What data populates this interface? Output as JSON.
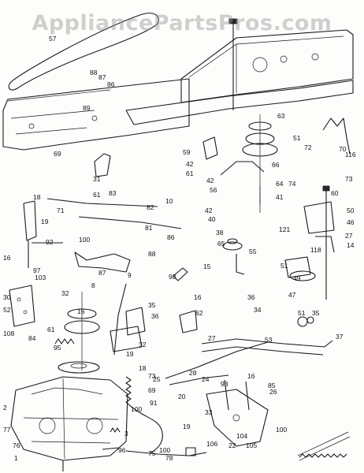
{
  "watermark": "AppliancePartsPros.com",
  "callouts": [
    "57",
    "51",
    "88",
    "87",
    "86",
    "89",
    "69",
    "31",
    "83",
    "59",
    "42",
    "61",
    "56",
    "66",
    "63",
    "51",
    "72",
    "70",
    "116",
    "18",
    "71",
    "19",
    "16",
    "92",
    "100",
    "10",
    "82",
    "81",
    "86",
    "88",
    "87",
    "9",
    "8",
    "97",
    "103",
    "32",
    "30",
    "52",
    "61",
    "16",
    "84",
    "108",
    "95",
    "96",
    "3",
    "2",
    "76",
    "77",
    "1",
    "98",
    "15",
    "16",
    "62",
    "35",
    "36",
    "32",
    "19",
    "18",
    "73",
    "69",
    "100",
    "91",
    "25",
    "19",
    "24",
    "20",
    "93",
    "16",
    "22",
    "104",
    "100",
    "105",
    "106",
    "100",
    "78",
    "75",
    "74",
    "73",
    "60",
    "50",
    "121",
    "46",
    "27",
    "118",
    "14",
    "51",
    "49",
    "47",
    "51",
    "35",
    "36",
    "34",
    "37",
    "53",
    "26",
    "27",
    "28",
    "85",
    "33",
    "61",
    "42",
    "40",
    "38",
    "65",
    "64",
    "41",
    "42",
    "55"
  ]
}
